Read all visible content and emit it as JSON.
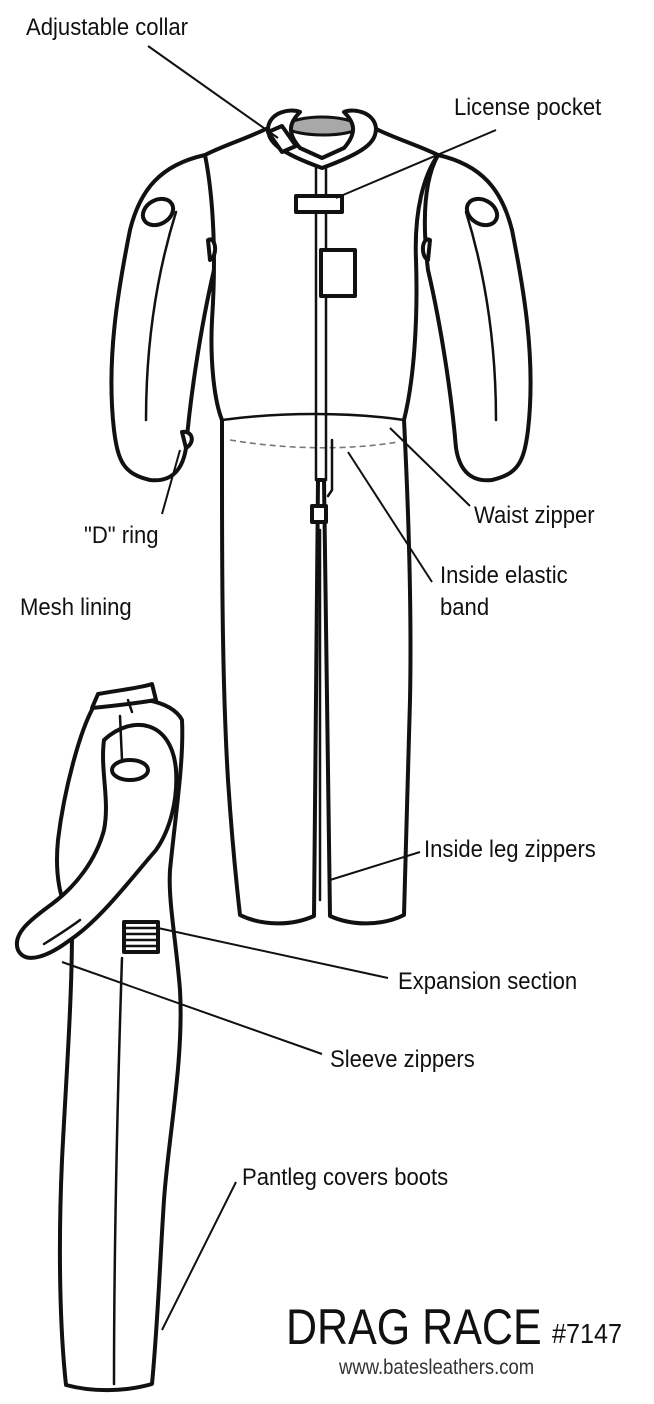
{
  "labels": {
    "adjustable_collar": "Adjustable collar",
    "license_pocket": "License pocket",
    "d_ring": "\"D\" ring",
    "mesh_lining": "Mesh lining",
    "waist_zipper": "Waist zipper",
    "inside_elastic_band_line1": "Inside elastic",
    "inside_elastic_band_line2": "band",
    "inside_leg_zippers": "Inside leg zippers",
    "expansion_section": "Expansion section",
    "sleeve_zippers": "Sleeve zippers",
    "pantleg_covers_boots": "Pantleg covers boots"
  },
  "title": {
    "model_name": "DRAG RACE",
    "model_number": "#7147",
    "website": "www.batesleathers.com"
  },
  "colors": {
    "line": "#111111",
    "collar_fill": "#a8a8a8",
    "background": "#ffffff"
  }
}
